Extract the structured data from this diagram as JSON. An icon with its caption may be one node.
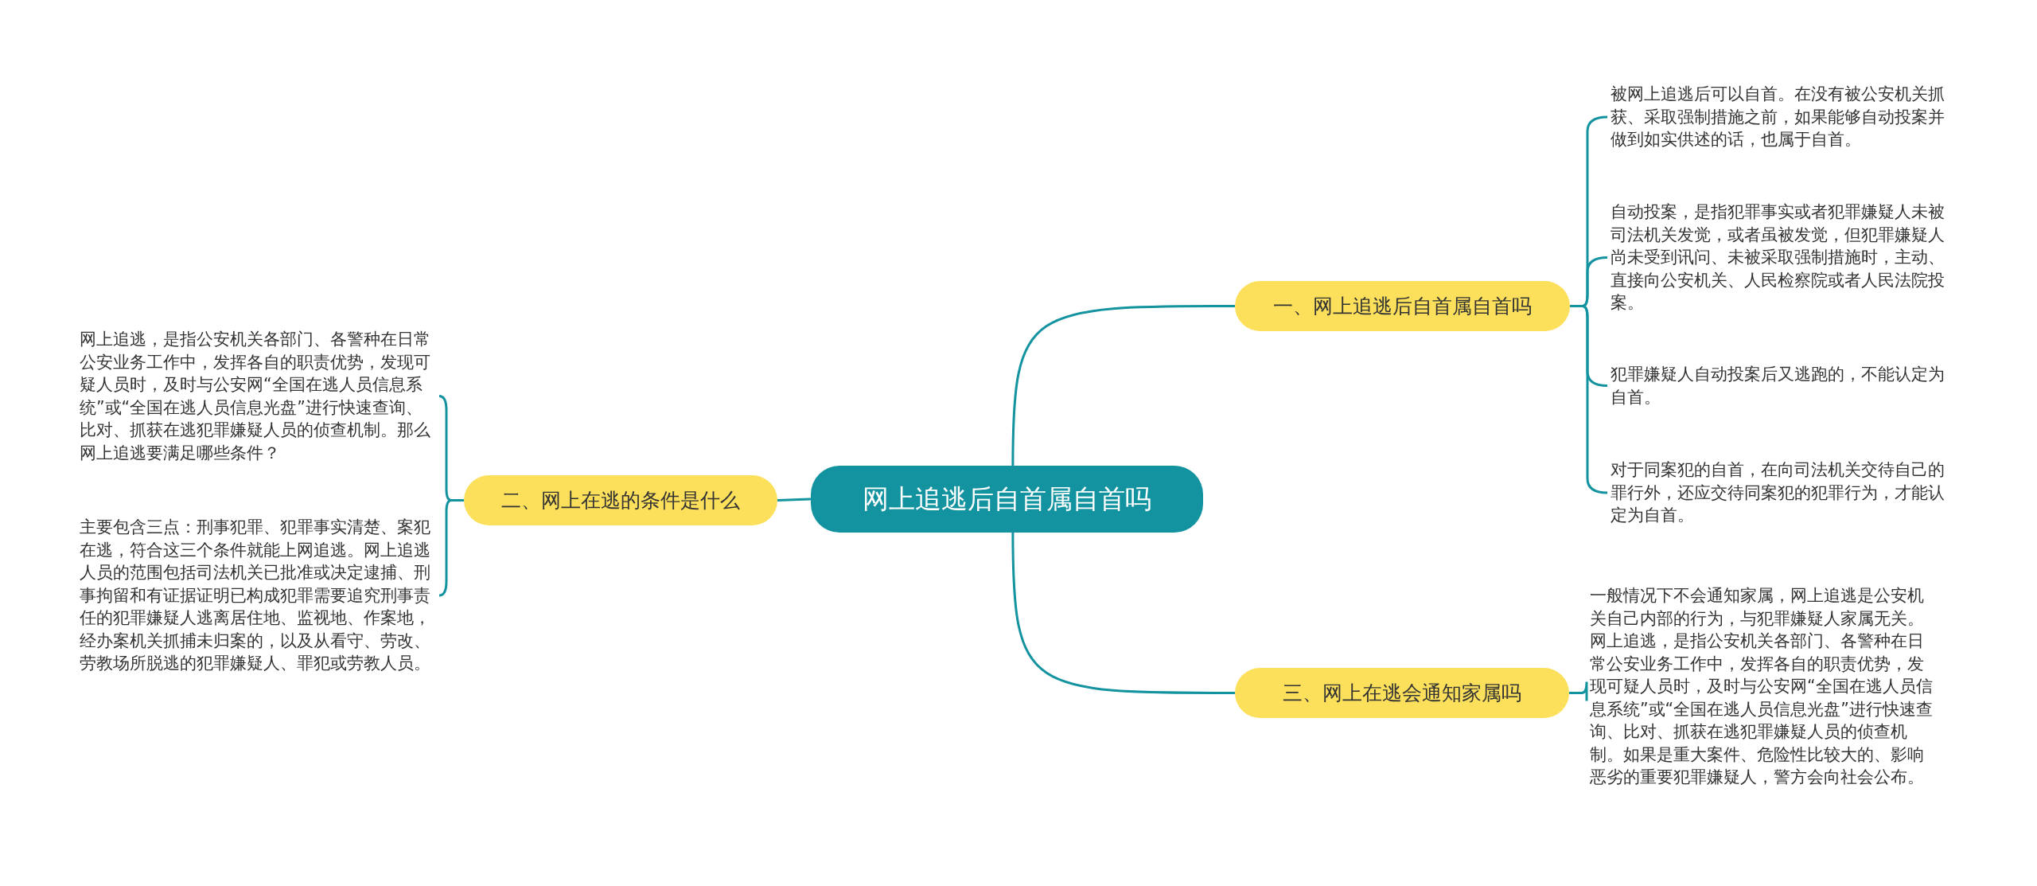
{
  "diagram": {
    "nodes": [
      {
        "text": [
          "网上追逃后自首属自首吗"
        ]
      },
      {
        "text": [
          "一、网上追逃后自首属自首吗"
        ]
      },
      {
        "text": [
          "二、网上在逃的条件是什么"
        ]
      },
      {
        "text": [
          "三、网上在逃会通知家属吗"
        ]
      },
      {
        "text": [
          "网上追逃，是指公安机关各部门、各警种在日常公安业务工作中，发挥各自的职责优势，发现可疑人员时，及时与公安网“全国在逃人员信息系统”或“全国在逃人员信息光盘”进行快速查询、比对、抓获在逃犯罪嫌疑人员的侦查机制。那么网上追逃要满足哪些条件？"
        ]
      },
      {
        "text": [
          "主要包含三点：刑事犯罪、犯罪事实清楚、案犯在逃，符合这三个条件就能上网追逃。网上追逃人员的范围包括司法机关已批准或决定逮捕、刑事拘留和有证据证明已构成犯罪需要追究刑事责任的犯罪嫌疑人逃离居住地、监视地、作案地，经办案机关抓捕未归案的，以及从看守、劳改、劳教场所脱逃的犯罪嫌疑人、罪犯或劳教人员。"
        ]
      },
      {
        "text": [
          "被网上追逃后可以自首。在没有被公安机关抓获、采取强制措施之前，如果能够自动投案并做到如实供述的话，也属于自首。"
        ]
      },
      {
        "text": [
          "自动投案，是指犯罪事实或者犯罪嫌疑人未被司法机关发觉，或者虽被发觉，但犯罪嫌疑人尚未受到讯问、未被采取强制措施时，主动、直接向公安机关、人民检察院或者人民法院投案。"
        ]
      },
      {
        "text": [
          "犯罪嫌疑人自动投案后又逃跑的，不能认定为自首。"
        ]
      },
      {
        "text": [
          "对于同案犯的自首，在向司法机关交待自己的罪行外，还应交待同案犯的犯罪行为，才能认定为自首。"
        ]
      },
      {
        "text": [
          "一般情况下不会通知家属，网上追逃是公安机关自己内部的行为，与犯罪嫌疑人家属无关。网上追逃，是指公安机关各部门、各警种在日常公安业务工作中，发挥各自的职责优势，发现可疑人员时，及时与公安网“全国在逃人员信息系统”或“全国在逃人员信息光盘”进行快速查询、比对、抓获在逃犯罪嫌疑人员的侦查机制。如果是重大案件、危险性比较大的、影响恶劣的重要犯罪嫌疑人，警方会向社会公布。"
        ]
      }
    ],
    "edges": [
      {
        "from": 0,
        "to": 1,
        "arrow": "none"
      },
      {
        "from": 0,
        "to": 2,
        "arrow": "none"
      },
      {
        "from": 0,
        "to": 3,
        "arrow": "none"
      },
      {
        "from": 2,
        "to": 4,
        "arrow": "none"
      },
      {
        "from": 2,
        "to": 5,
        "arrow": "none"
      },
      {
        "from": 1,
        "to": 6,
        "arrow": "none"
      },
      {
        "from": 1,
        "to": 7,
        "arrow": "none"
      },
      {
        "from": 1,
        "to": 8,
        "arrow": "none"
      },
      {
        "from": 1,
        "to": 9,
        "arrow": "none"
      },
      {
        "from": 3,
        "to": 10,
        "arrow": "none"
      }
    ]
  }
}
